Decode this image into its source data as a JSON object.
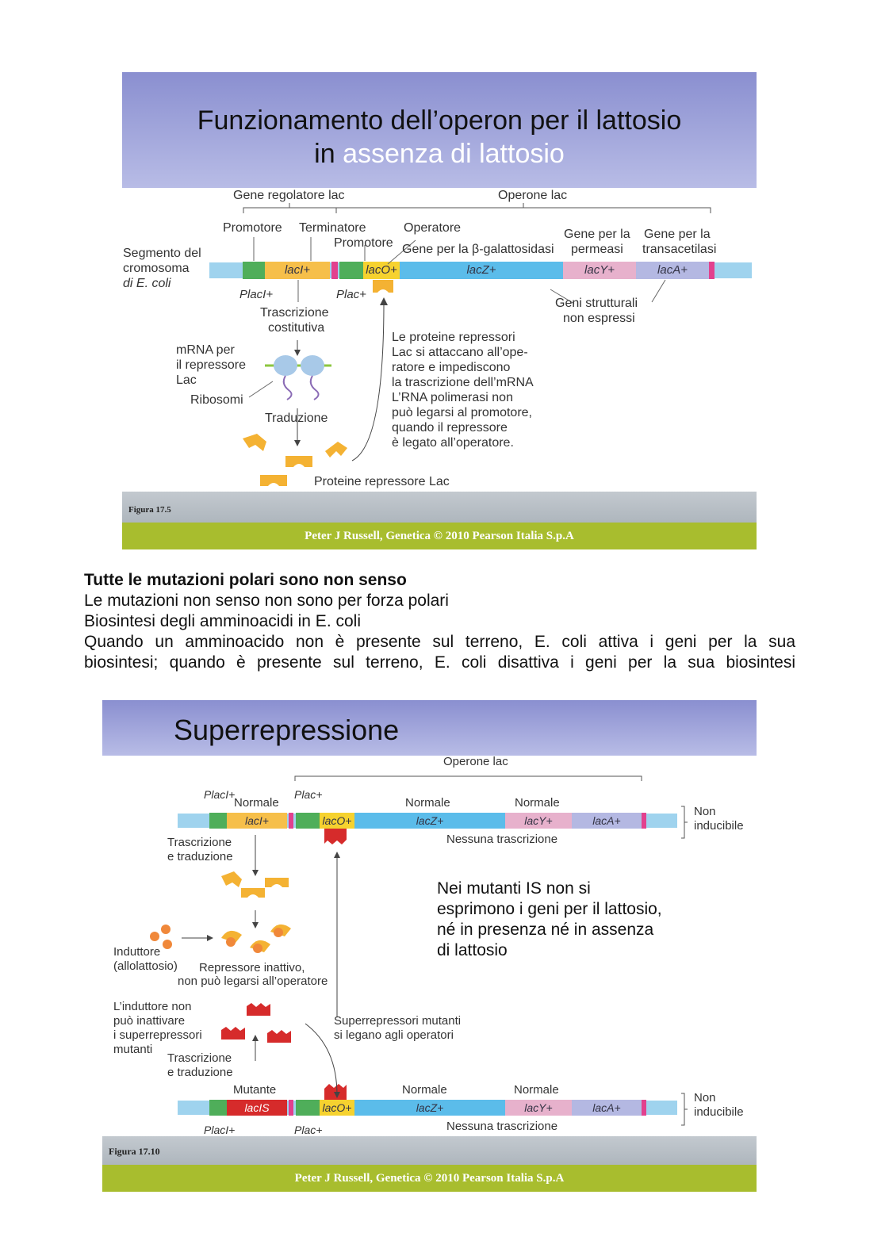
{
  "slide1": {
    "title_line1": "Funzionamento dell’operon per il lattosio",
    "title_line2_prefix": "in ",
    "title_line2_highlight": "assenza di lattosio",
    "labels": {
      "gene_regolatore": "Gene regolatore lac",
      "operone": "Operone lac",
      "promotore1": "Promotore",
      "terminatore": "Terminatore",
      "promotore2": "Promotore",
      "operatore": "Operatore",
      "gene_galatt": "Gene per la β-galattosidasi",
      "gene_perm_1": "Gene per la",
      "gene_perm_2": "permeasi",
      "gene_trans_1": "Gene per la",
      "gene_trans_2": "transacetilasi",
      "segmento_1": "Segmento del",
      "segmento_2": "cromosoma",
      "segmento_3": "di E. coli",
      "placi": "PlacI+",
      "plac": "Plac+",
      "trascrizione_1": "Trascrizione",
      "trascrizione_2": "costitutiva",
      "geni_strutt_1": "Geni strutturali",
      "geni_strutt_2": "non espressi",
      "mrna_1": "mRNA per",
      "mrna_2": "il repressore",
      "mrna_3": "Lac",
      "ribosomi": "Ribosomi",
      "traduzione": "Traduzione",
      "proteine": "Proteine repressore Lac",
      "note_1": "Le proteine repressori",
      "note_2": "Lac si attaccano all’ope-",
      "note_3": "ratore e impediscono",
      "note_4": "la trascrizione dell’mRNA",
      "note_5": "L’RNA polimerasi non",
      "note_6": "può legarsi al promotore,",
      "note_7": "quando il repressore",
      "note_8": "è legato all’operatore."
    },
    "genes": {
      "laci": "lacI+",
      "laco": "lacO+",
      "lacz": "lacZ+",
      "lacy": "lacY+",
      "laca": "lacA+"
    },
    "figure": "Figura 17.5",
    "credit": "Peter J Russell, Genetica © 2010 Pearson Italia S.p.A"
  },
  "text": {
    "line1": "Tutte le mutazioni polari sono non senso",
    "line2": "Le mutazioni non senso non sono per forza polari",
    "line3": "Biosintesi degli amminoacidi in E. coli",
    "line4": "Quando un amminoacido non è presente sul terreno, E. coli attiva i geni per la sua",
    "line5": "biosintesi; quando è presente sul terreno, E. coli disattiva i geni per la sua biosintesi"
  },
  "slide2": {
    "title": "Superrepressione",
    "labels": {
      "operone": "Operone lac",
      "placi": "PlacI+",
      "plac": "Plac+",
      "normale1": "Normale",
      "normale2": "Normale",
      "normale3": "Normale",
      "non_inducibile_1": "Non",
      "non_inducibile_2": "inducibile",
      "trascr_tradu_1": "Trascrizione",
      "trascr_tradu_2": "e traduzione",
      "nessuna": "Nessuna trascrizione",
      "induttore_1": "Induttore",
      "induttore_2": "(allolattosio)",
      "repr_inatt_1": "Repressore inattivo,",
      "repr_inatt_2": "non può legarsi all’operatore",
      "ind_non_1": "L’induttore non",
      "ind_non_2": "può inattivare",
      "ind_non_3": "i superrepressori",
      "ind_non_4": "mutanti",
      "super_1": "Superrepressori mutanti",
      "super_2": "si legano agli operatori",
      "mutante": "Mutante",
      "note_1": "Nei mutanti IS non si",
      "note_2": "esprimono i geni per il lattosio,",
      "note_3": "né in presenza né in assenza",
      "note_4": "di lattosio"
    },
    "genes": {
      "laci": "lacI+",
      "laci_s": "lacIS",
      "laco": "lacO+",
      "lacz": "lacZ+",
      "lacy": "lacY+",
      "laca": "lacA+"
    },
    "figure": "Figura 17.10",
    "credit": "Peter J Russell, Genetica © 2010 Pearson Italia S.p.A"
  },
  "colors": {
    "title_band": "#8a8fd0",
    "green_band": "#a8bd2e",
    "laci": "#f6bf4a",
    "lacz": "#5bbcea",
    "lacy": "#e7b1cc",
    "laca": "#b4b8e2",
    "repressor": "#f4b233",
    "superrepressor": "#d62b2b"
  }
}
